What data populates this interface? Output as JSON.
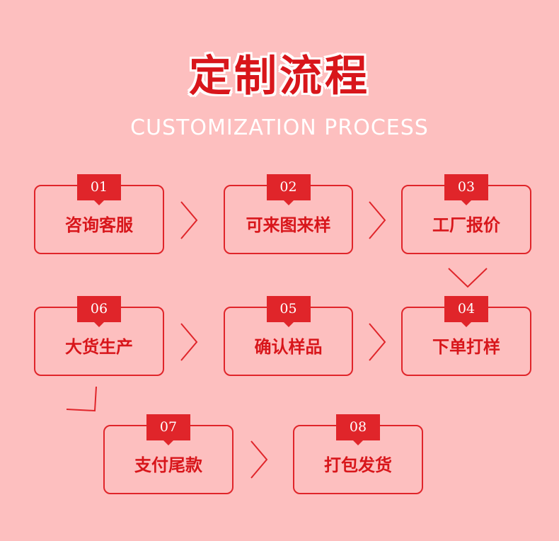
{
  "header": {
    "title": "定制流程",
    "subtitle": "CUSTOMIZATION PROCESS"
  },
  "steps": [
    {
      "number": "01",
      "label": "咨询客服"
    },
    {
      "number": "02",
      "label": "可来图来样"
    },
    {
      "number": "03",
      "label": "工厂报价"
    },
    {
      "number": "04",
      "label": "下单打样"
    },
    {
      "number": "05",
      "label": "确认样品"
    },
    {
      "number": "06",
      "label": "大货生产"
    },
    {
      "number": "07",
      "label": "支付尾款"
    },
    {
      "number": "08",
      "label": "打包发货"
    }
  ],
  "colors": {
    "background": "#fdbfbf",
    "accent": "#e0252a",
    "title": "#d8161b"
  },
  "icons": [
    "chevron-right-icon",
    "chevron-left-icon",
    "chevron-down-icon",
    "corner-arrow-icon"
  ]
}
